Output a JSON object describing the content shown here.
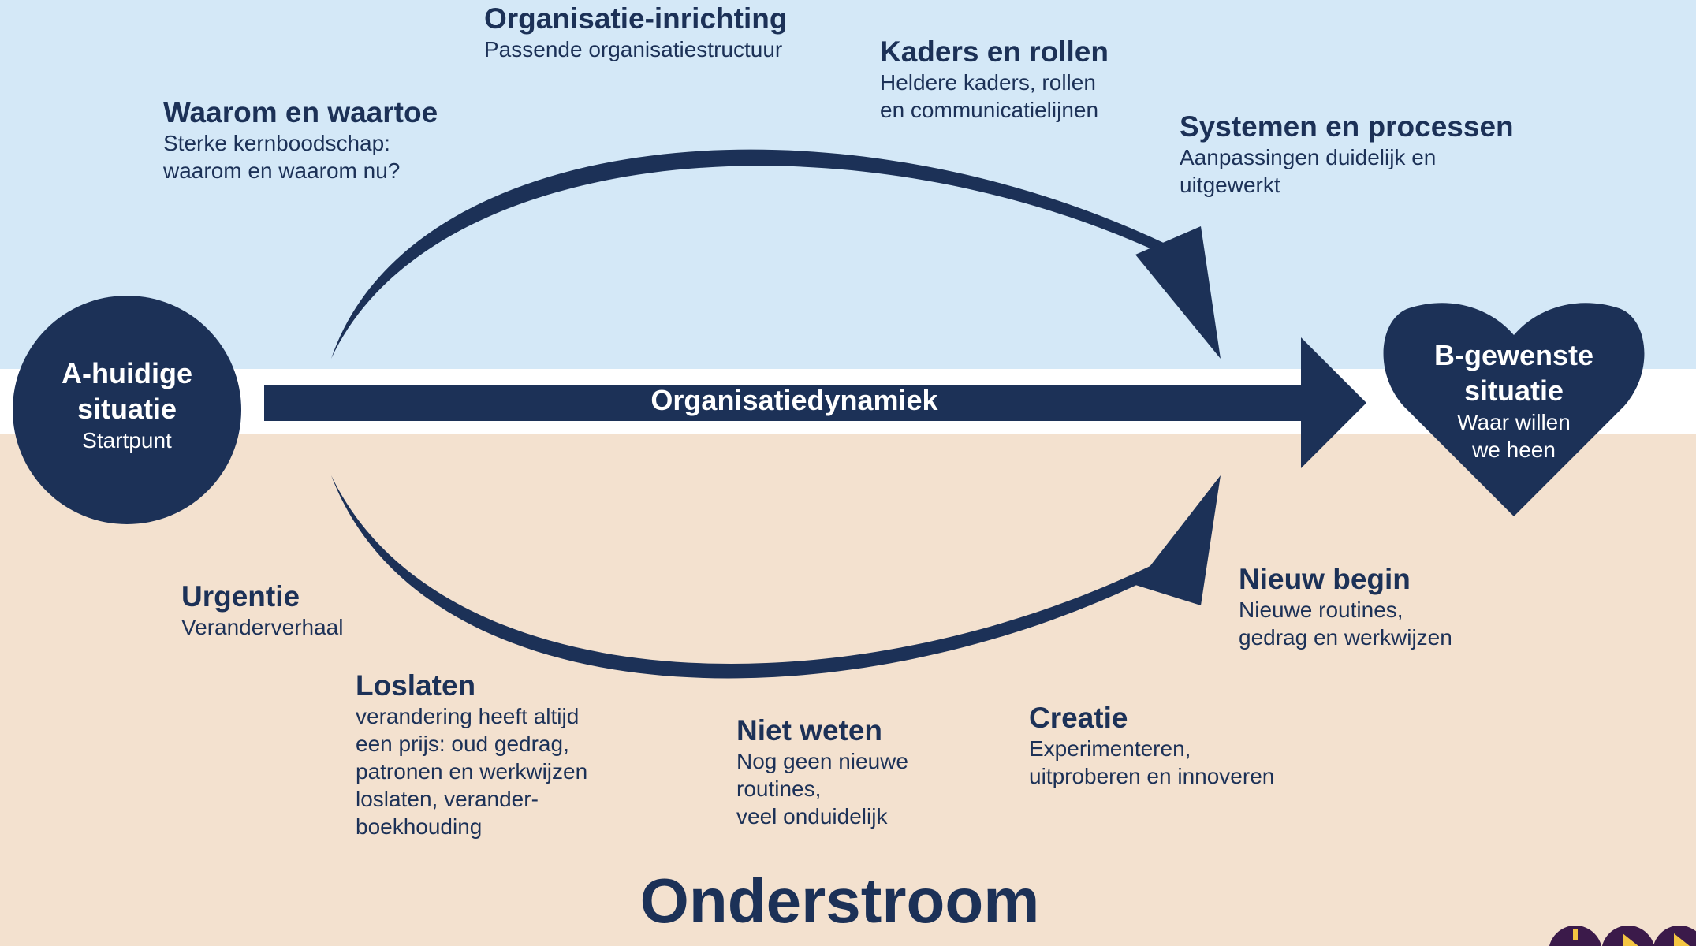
{
  "colors": {
    "navy": "#1c3157",
    "top_band": "#d4e8f7",
    "bottom_band": "#f3e1cf"
  },
  "start_node": {
    "title": "A-huidige\nsituatie",
    "sub": "Startpunt"
  },
  "end_node": {
    "title": "B-gewenste\nsituatie",
    "sub": "Waar willen\nwe heen"
  },
  "main_arrow_label": "Organisatiedynamiek",
  "upper_labels": [
    {
      "title": "Waarom en waartoe",
      "sub": "Sterke kernboodschap:\nwaarom en waarom nu?"
    },
    {
      "title": "Organisatie-inrichting",
      "sub": "Passende organisatiestructuur"
    },
    {
      "title": "Kaders en rollen",
      "sub": "Heldere kaders, rollen\nen communicatielijnen"
    },
    {
      "title": "Systemen en processen",
      "sub": "Aanpassingen duidelijk en\nuitgewerkt"
    }
  ],
  "lower_labels": [
    {
      "title": "Urgentie",
      "sub": "Veranderverhaal"
    },
    {
      "title": "Loslaten",
      "sub": "verandering heeft altijd\neen prijs: oud gedrag,\npatronen en werkwijzen\nloslaten, verander-\nboekhouding"
    },
    {
      "title": "Niet weten",
      "sub": "Nog geen nieuwe\nroutines,\nveel onduidelijk"
    },
    {
      "title": "Creatie",
      "sub": "Experimenteren,\nuitproberen en innoveren"
    },
    {
      "title": "Nieuw begin",
      "sub": "Nieuwe routines,\ngedrag en werkwijzen"
    }
  ],
  "bottom_title": "Onderstroom",
  "logo_icons": [
    "circle-logo-icon",
    "play-logo-icon",
    "play-logo-icon"
  ]
}
